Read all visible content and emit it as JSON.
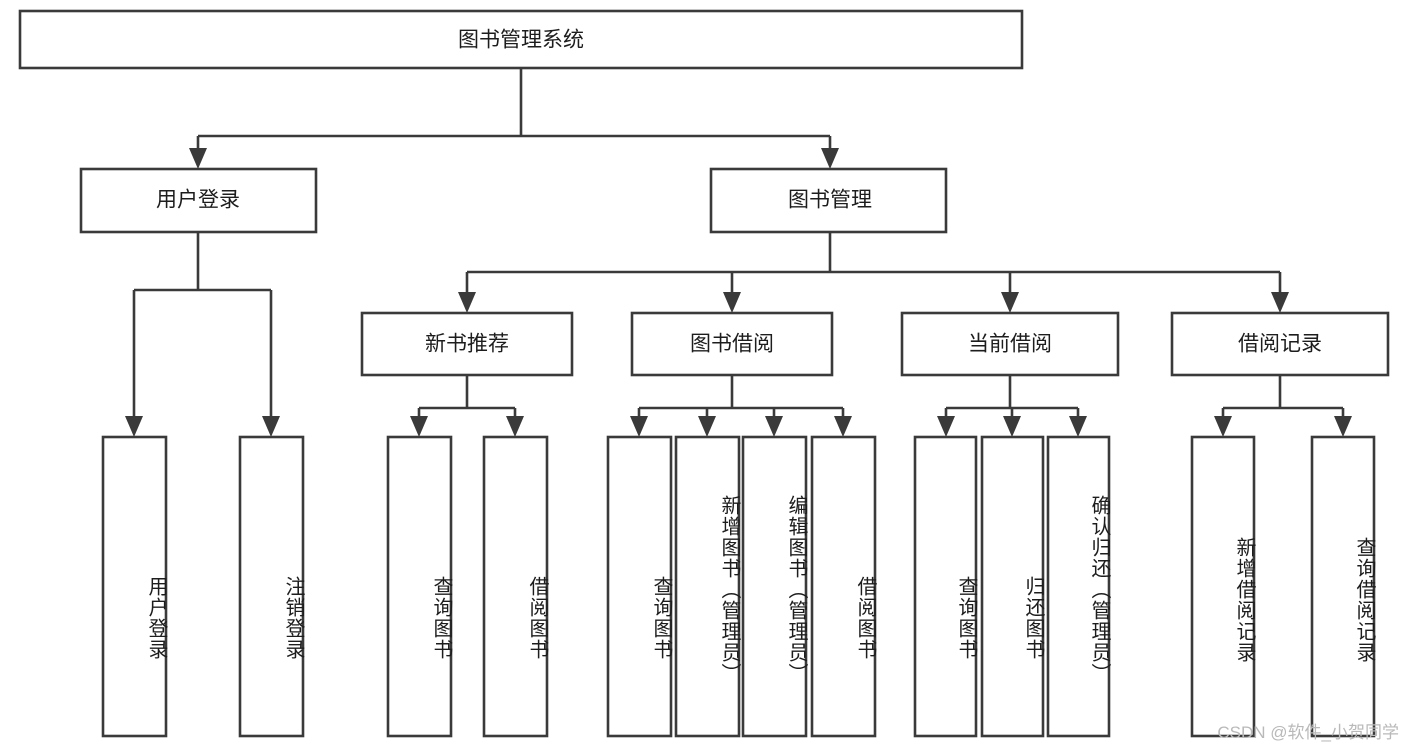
{
  "diagram": {
    "title": "图书管理系统",
    "type": "tree-hierarchy",
    "root": {
      "label": "图书管理系统"
    },
    "level2": [
      {
        "label": "用户登录"
      },
      {
        "label": "图书管理"
      }
    ],
    "level3": [
      {
        "label": "新书推荐"
      },
      {
        "label": "图书借阅"
      },
      {
        "label": "当前借阅"
      },
      {
        "label": "借阅记录"
      }
    ],
    "leaves": {
      "user_login": [
        {
          "label": "用户登录"
        },
        {
          "label": "注销登录"
        }
      ],
      "new_book_recommend": [
        {
          "label": "查询图书"
        },
        {
          "label": "借阅图书"
        }
      ],
      "book_borrow": [
        {
          "label": "查询图书"
        },
        {
          "label": "新增图书（管理员）"
        },
        {
          "label": "编辑图书（管理员）"
        },
        {
          "label": "借阅图书"
        }
      ],
      "current_borrow": [
        {
          "label": "查询图书"
        },
        {
          "label": "归还图书"
        },
        {
          "label": "确认归还（管理员）"
        }
      ],
      "borrow_record": [
        {
          "label": "新增借阅记录"
        },
        {
          "label": "查询借阅记录"
        }
      ]
    }
  },
  "watermark": {
    "text": "CSDN @软件_小贺同学"
  },
  "colors": {
    "stroke": "#3a3a3a",
    "box_fill": "#ffffff",
    "text": "#1d1d1d",
    "watermark": "#b9b9b9",
    "background": "#ffffff"
  }
}
